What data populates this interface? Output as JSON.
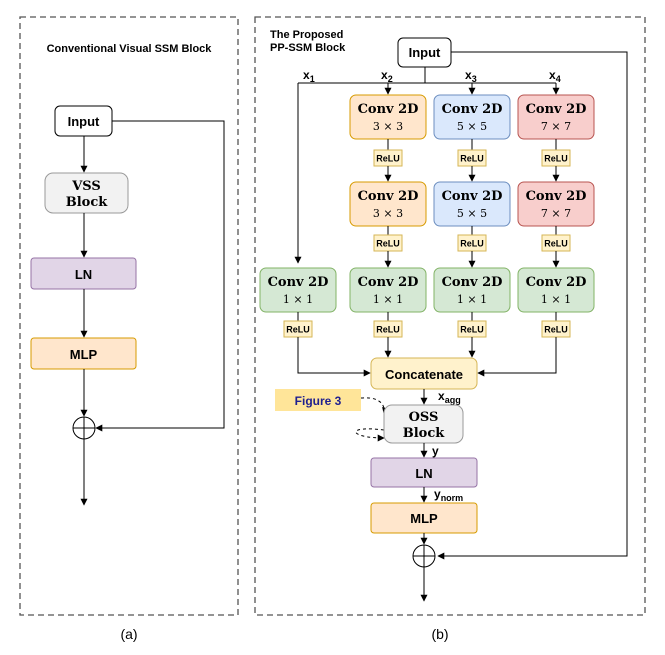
{
  "panel_a": {
    "title": "Conventional Visual SSM Block",
    "caption": "(a)",
    "input_label": "Input",
    "vss_line1": "VSS",
    "vss_line2": "Block",
    "ln_label": "LN",
    "mlp_label": "MLP"
  },
  "panel_b": {
    "title_line1": "The Proposed",
    "title_line2": "PP-SSM Block",
    "caption": "(b)",
    "input_label": "Input",
    "x1": "x",
    "x1_sub": "1",
    "x2": "x",
    "x2_sub": "2",
    "x3": "x",
    "x3_sub": "3",
    "x4": "x",
    "x4_sub": "4",
    "conv_label": "Conv 2D",
    "k3": "3 × 3",
    "k5": "5 × 5",
    "k7": "7 × 7",
    "k1": "1 × 1",
    "relu": "ReLU",
    "concat_label": "Concatenate",
    "xagg": "x",
    "xagg_sub": "agg",
    "figure_ref": "Figure 3",
    "oss_line1": "OSS",
    "oss_line2": "Block",
    "y_label": "y",
    "ln_label": "LN",
    "ynorm": "y",
    "ynorm_sub": "norm",
    "mlp_label": "MLP"
  },
  "colors": {
    "input_fill": "#ffffff",
    "vss_fill": "#f2f2f2",
    "ln_fill": "#e1d5e7",
    "ln_stroke": "#9673a6",
    "mlp_fill": "#ffe6cc",
    "mlp_stroke": "#d79b00",
    "conv3_fill": "#ffe6cc",
    "conv3_stroke": "#d79b00",
    "conv5_fill": "#dae8fc",
    "conv5_stroke": "#6c8ebf",
    "conv7_fill": "#f8cecc",
    "conv7_stroke": "#b85450",
    "conv1_fill": "#d5e8d4",
    "conv1_stroke": "#82b366",
    "relu_fill": "#fff2cc",
    "relu_stroke": "#d6b656",
    "concat_fill": "#fff2cc",
    "figure_fill": "#ffe599"
  }
}
